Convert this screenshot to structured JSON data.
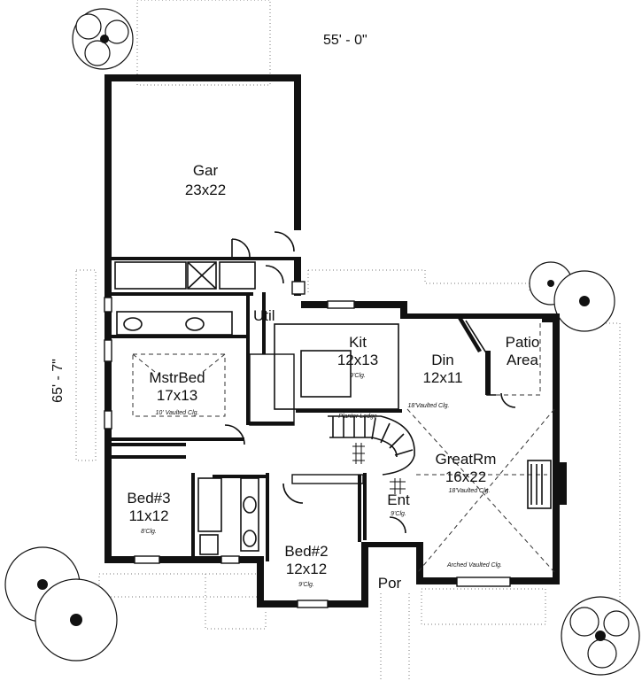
{
  "dimensions": {
    "width": "55' - 0\"",
    "depth": "65' - 7\""
  },
  "rooms": {
    "garage": {
      "name": "Gar",
      "size": "23x22"
    },
    "master_bed": {
      "name": "MstrBed",
      "size": "17x13",
      "ceiling": "10' Vaulted Clg."
    },
    "utility": {
      "name": "Util"
    },
    "kitchen": {
      "name": "Kit",
      "size": "12x13",
      "ceiling": "9'Clg."
    },
    "dining": {
      "name": "Din",
      "size": "12x11"
    },
    "patio": {
      "name_line1": "Patio",
      "name_line2": "Area"
    },
    "great_room": {
      "name": "GreatRm",
      "size": "16x22",
      "ceiling": "18'Vaulted Clg."
    },
    "dining_ceiling": "18'Vaulted Clg.",
    "planter": "Planter Ledge",
    "entry": {
      "name": "Ent",
      "ceiling": "9'Clg."
    },
    "bed3": {
      "name": "Bed#3",
      "size": "11x12",
      "ceiling": "8'Clg."
    },
    "bed2": {
      "name": "Bed#2",
      "size": "12x12",
      "ceiling": "9'Clg."
    },
    "porch": {
      "name": "Por"
    },
    "arched": "Arched Vaulted Clg."
  }
}
